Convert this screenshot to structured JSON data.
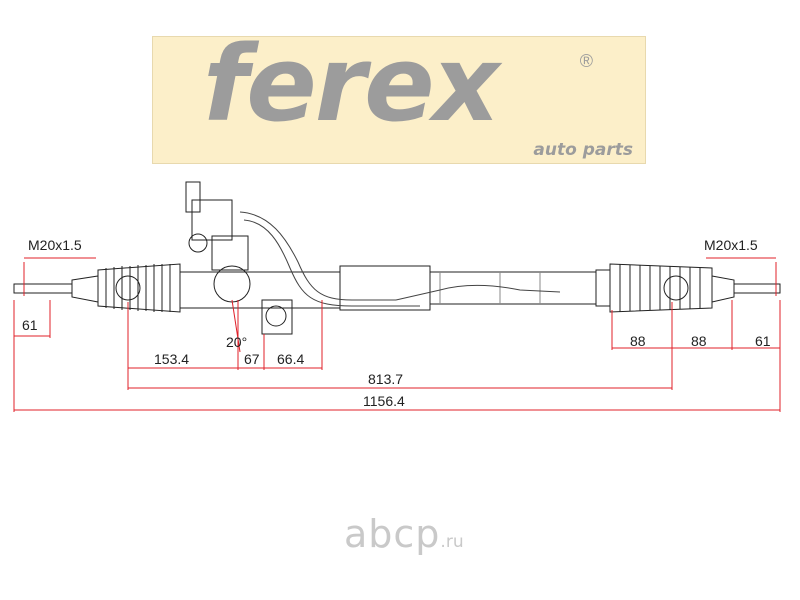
{
  "logo": {
    "brand": "ferex",
    "tagline": "auto parts",
    "registered": "®"
  },
  "dimensions": {
    "thread_left": "M20x1.5",
    "thread_right": "M20x1.5",
    "left_end": "61",
    "right_end": "61",
    "right_boot_a": "88",
    "right_boot_b": "88",
    "left_to_input": "153.4",
    "input_to_port": "67",
    "port_offset": "66.4",
    "inner_span": "813.7",
    "overall_length": "1156.4",
    "input_angle": "20°"
  },
  "watermark": {
    "main": "abcp",
    "tld": ".ru"
  },
  "colors": {
    "outline": "#222222",
    "dimension": "#e0202a",
    "logo_bg": "#fcefc9",
    "logo_text": "#9c9c9c"
  }
}
